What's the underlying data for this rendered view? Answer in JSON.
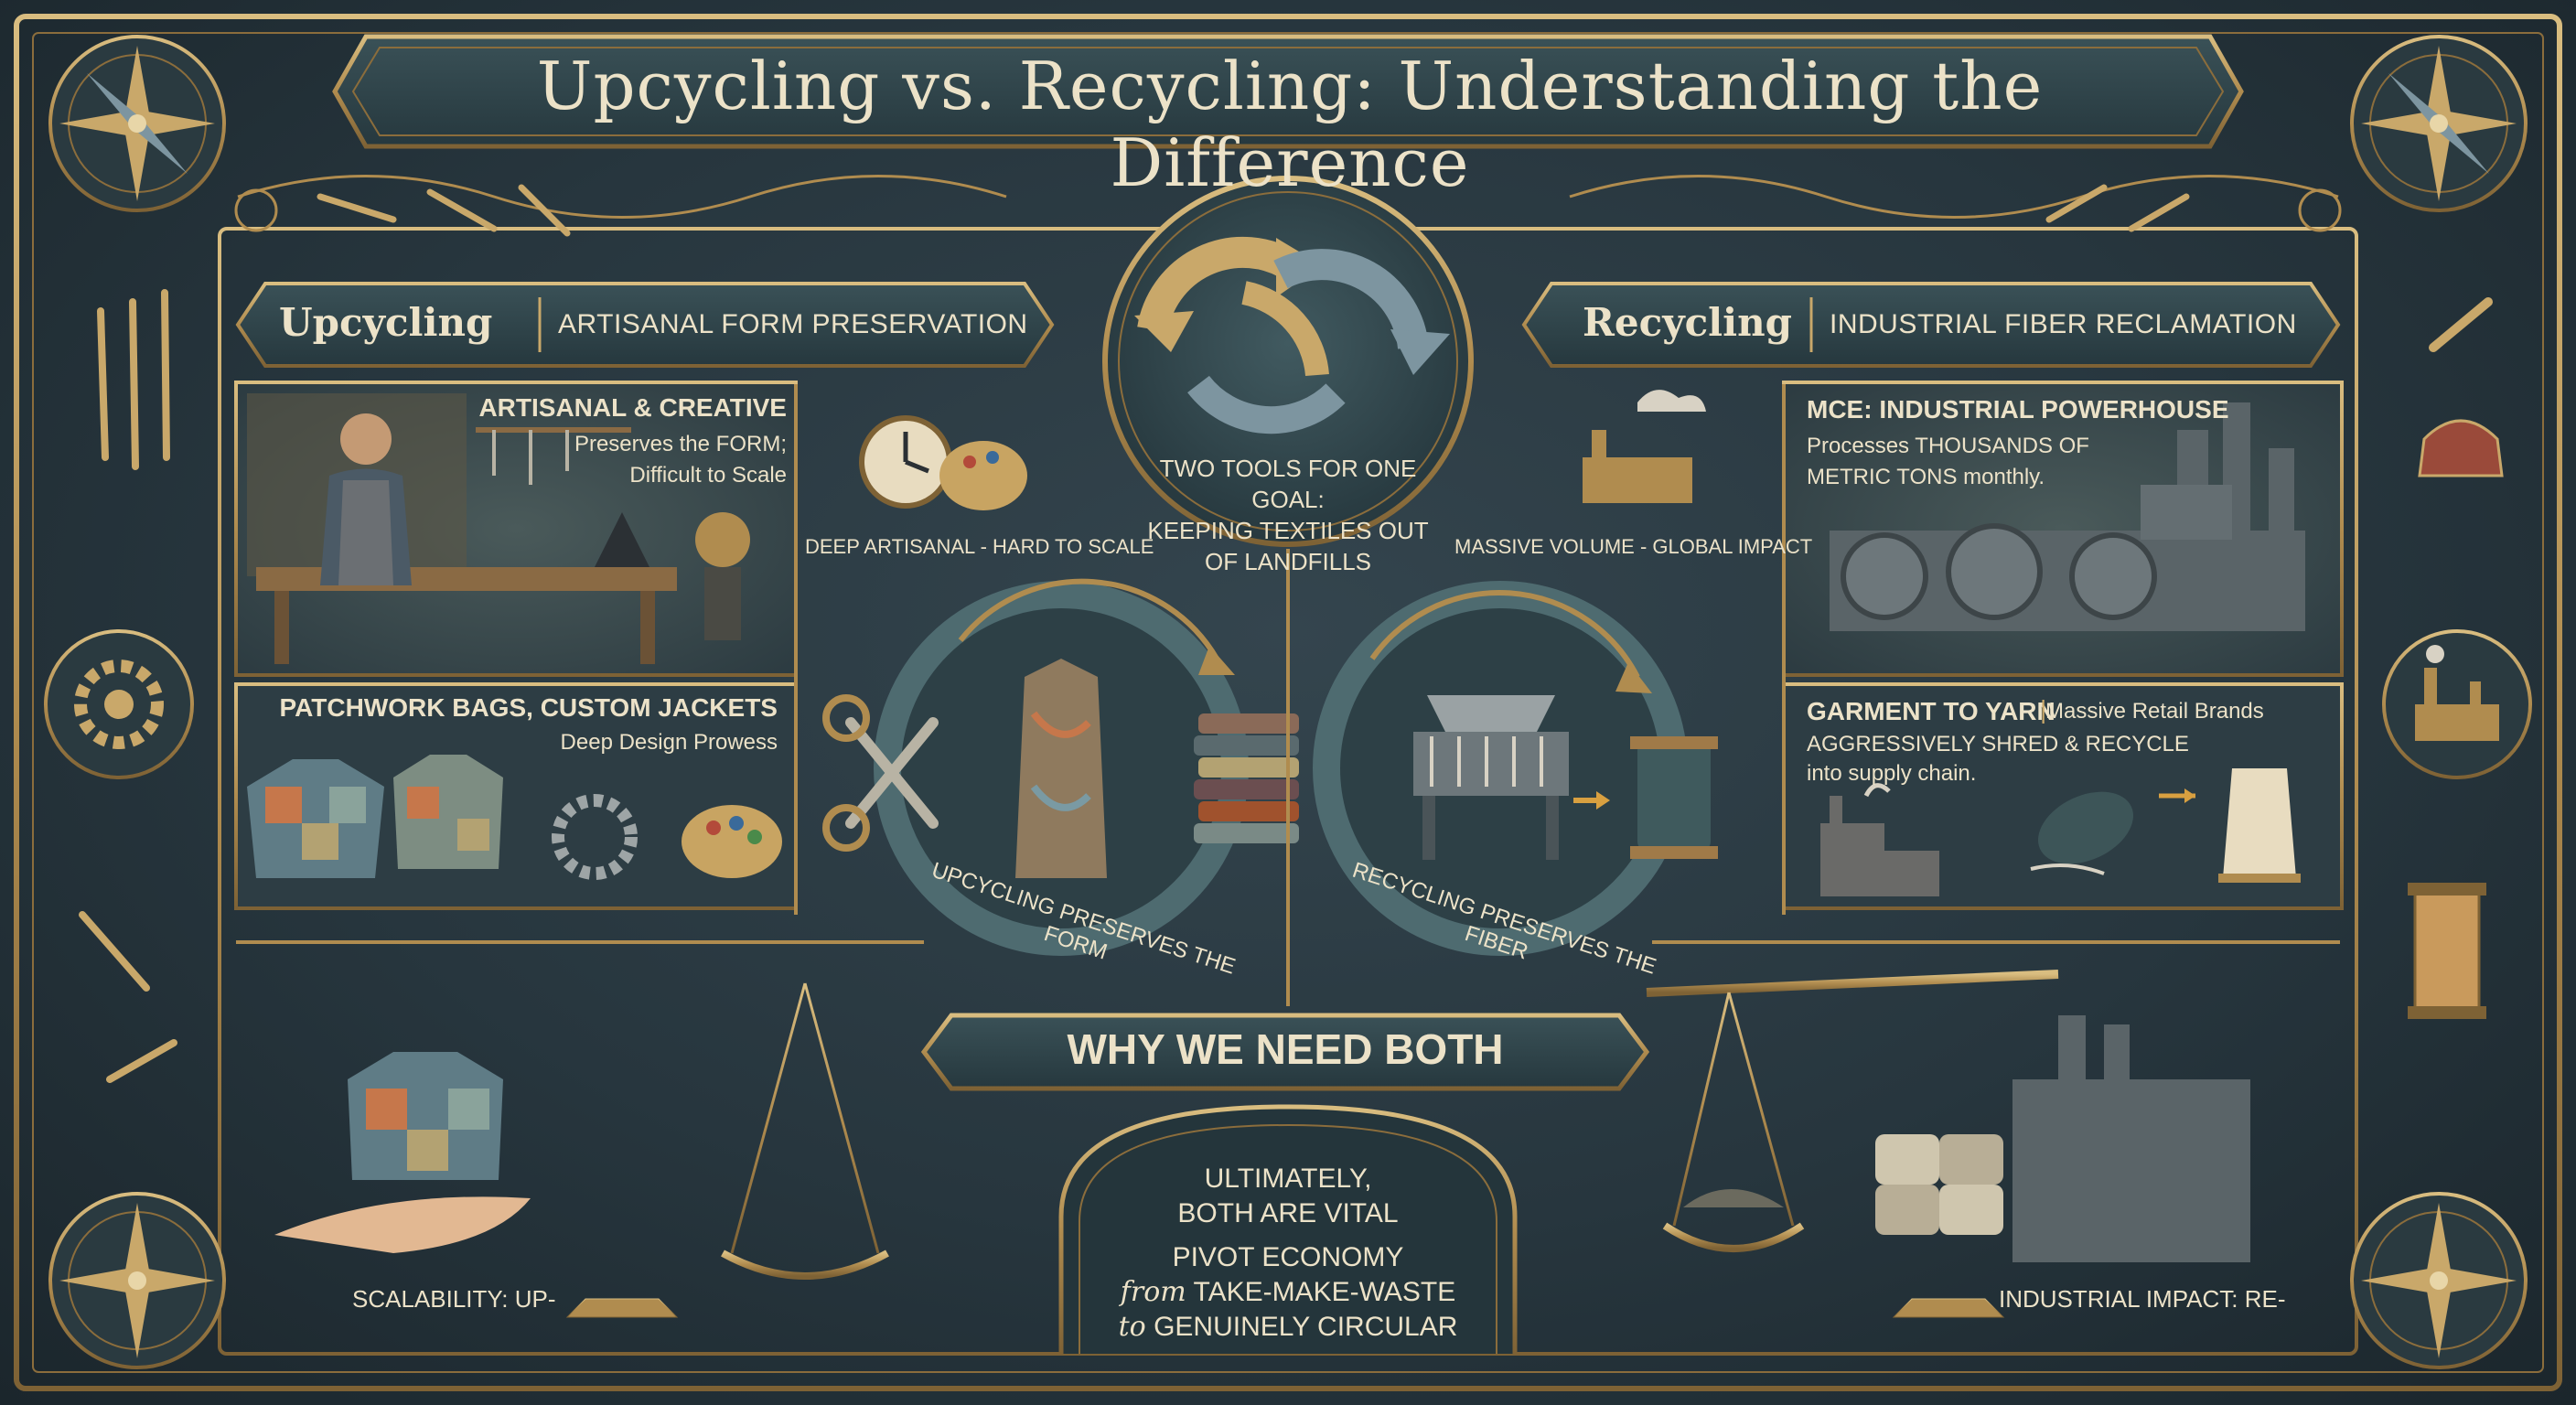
{
  "title": "Upcycling vs. Recycling: Understanding the Difference",
  "upcycling": {
    "banner_title": "Upcycling",
    "banner_subtitle": "Artisanal Form Preservation",
    "panel1": {
      "heading": "ARTISANAL & CREATIVE",
      "line1": "Preserves the FORM;",
      "line2": "Difficult to Scale"
    },
    "panel2": {
      "heading": "PATCHWORK BAGS, CUSTOM JACKETS",
      "line1": "Deep Design Prowess"
    },
    "scale_caption": "DEEP ARTISANAL - HARD TO SCALE",
    "scalability_label": "SCALABILITY: UP-"
  },
  "recycling": {
    "banner_title": "Recycling",
    "banner_subtitle": "Industrial Fiber Reclamation",
    "panel1": {
      "heading": "MCE: INDUSTRIAL POWERHOUSE",
      "line1": "Processes THOUSANDS OF",
      "line2": "METRIC TONS monthly."
    },
    "panel2": {
      "heading": "GARMENT TO YARN",
      "heading_suffix": "Massive Retail Brands",
      "line1": "AGGRESSIVELY SHRED & RECYCLE",
      "line2": "into supply chain."
    },
    "scale_caption": "MASSIVE VOLUME - GLOBAL IMPACT",
    "impact_label": "INDUSTRIAL IMPACT: RE-"
  },
  "center": {
    "goal_line1": "TWO TOOLS FOR ONE GOAL:",
    "goal_line2": "KEEPING TEXTILES OUT",
    "goal_line3": "OF LANDFILLS",
    "left_loop_text": "UPCYCLING PRESERVES THE FORM",
    "right_loop_text": "RECYCLING PRESERVES THE FIBER",
    "why_banner": "WHY WE NEED BOTH",
    "conclusion_line1": "ULTIMATELY,",
    "conclusion_line2": "BOTH ARE VITAL",
    "conclusion_line3": "PIVOT ECONOMY",
    "conclusion_from": "from",
    "conclusion_line4": "TAKE-MAKE-WASTE",
    "conclusion_to": "to",
    "conclusion_line5": "GENUINELY CIRCULAR"
  },
  "colors": {
    "background": "#27363e",
    "panel": "#2f4048",
    "gold": "#b8965a",
    "cream": "#ece2c8",
    "teal": "#3e5a5f"
  }
}
